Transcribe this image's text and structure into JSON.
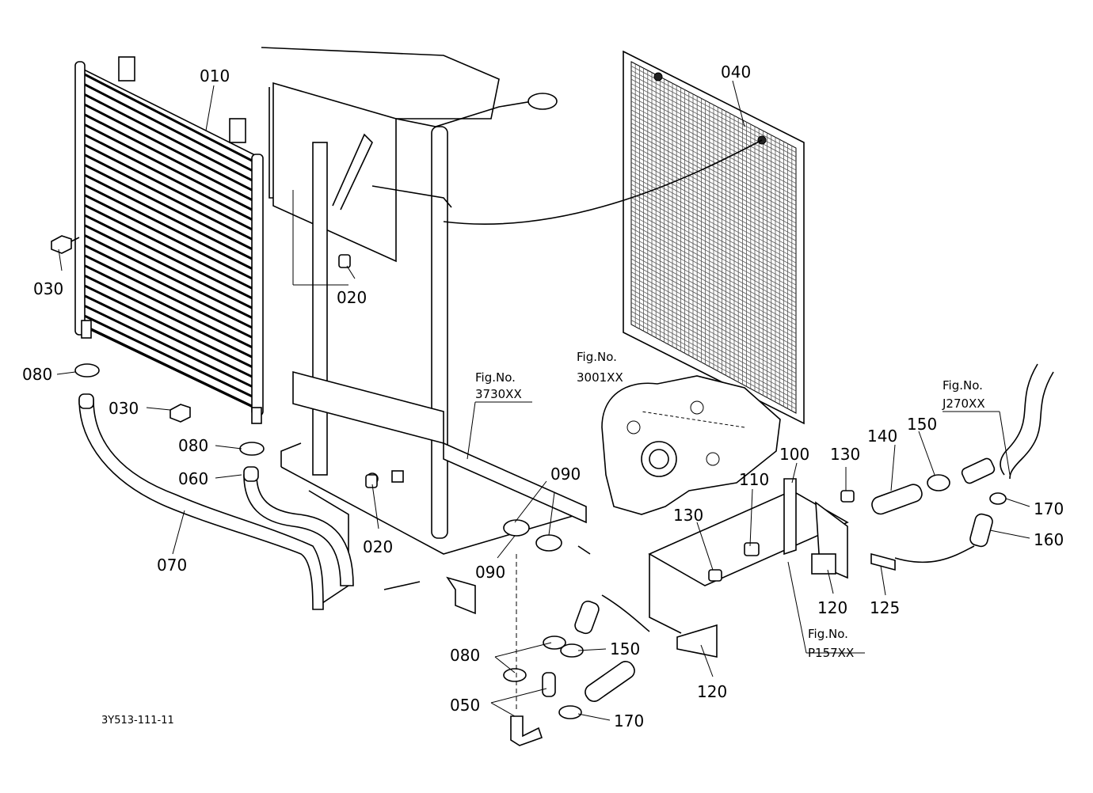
{
  "drawing_id": "3Y513-111-11",
  "labels": {
    "p010": "010",
    "p020a": "020",
    "p020b": "020",
    "p030a": "030",
    "p030b": "030",
    "p040": "040",
    "p050": "050",
    "p060": "060",
    "p070": "070",
    "p080a": "080",
    "p080b": "080",
    "p080c": "080",
    "p090a": "090",
    "p090b": "090",
    "p100": "100",
    "p110": "110",
    "p120a": "120",
    "p120b": "120",
    "p125": "125",
    "p130a": "130",
    "p130b": "130",
    "p140": "140",
    "p150a": "150",
    "p150b": "150",
    "p160": "160",
    "p170a": "170",
    "p170b": "170"
  },
  "fig_refs": {
    "fig1": {
      "caption": "Fig.No.",
      "number": "3730XX"
    },
    "fig2": {
      "caption": "Fig.No.",
      "number": "3001XX"
    },
    "fig3": {
      "caption": "Fig.No.",
      "number": "J270XX"
    },
    "fig4": {
      "caption": "Fig.No.",
      "number": "P157XX"
    }
  }
}
